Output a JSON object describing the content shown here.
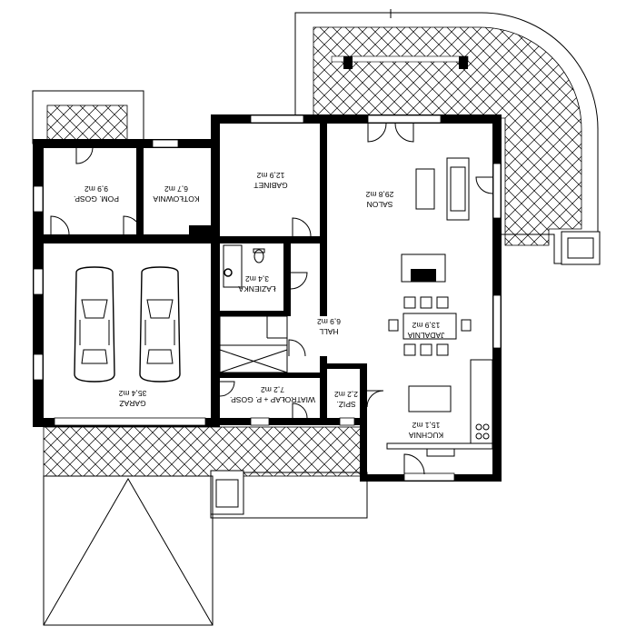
{
  "rooms": [
    {
      "id": "pom-gosp",
      "name": "POM. GOSP.",
      "area": "9,9 m2"
    },
    {
      "id": "kotlownia",
      "name": "KOTŁOWNIA",
      "area": "6,7 m2"
    },
    {
      "id": "gabinet",
      "name": "GABINET",
      "area": "12,9 m2"
    },
    {
      "id": "salon",
      "name": "SALON",
      "area": "29,8 m2"
    },
    {
      "id": "lazienka",
      "name": "ŁAZIENKA",
      "area": "3,4 m2"
    },
    {
      "id": "hall",
      "name": "HALL",
      "area": "6,9 m2"
    },
    {
      "id": "jadalnia",
      "name": "JADALNIA",
      "area": "13,9 m2"
    },
    {
      "id": "garaz",
      "name": "GARAŻ",
      "area": "35,4 m2"
    },
    {
      "id": "wiatrolap",
      "name": "WIATROŁAP + P. GOSP.",
      "area": "7,2 m2"
    },
    {
      "id": "spiz",
      "name": "SPIŻ.",
      "area": "2,2 m2"
    },
    {
      "id": "kuchnia",
      "name": "KUCHNIA",
      "area": "15,1 m2"
    }
  ],
  "colors": {
    "walls": "#000000",
    "background": "#ffffff",
    "hatch": "#000000"
  }
}
